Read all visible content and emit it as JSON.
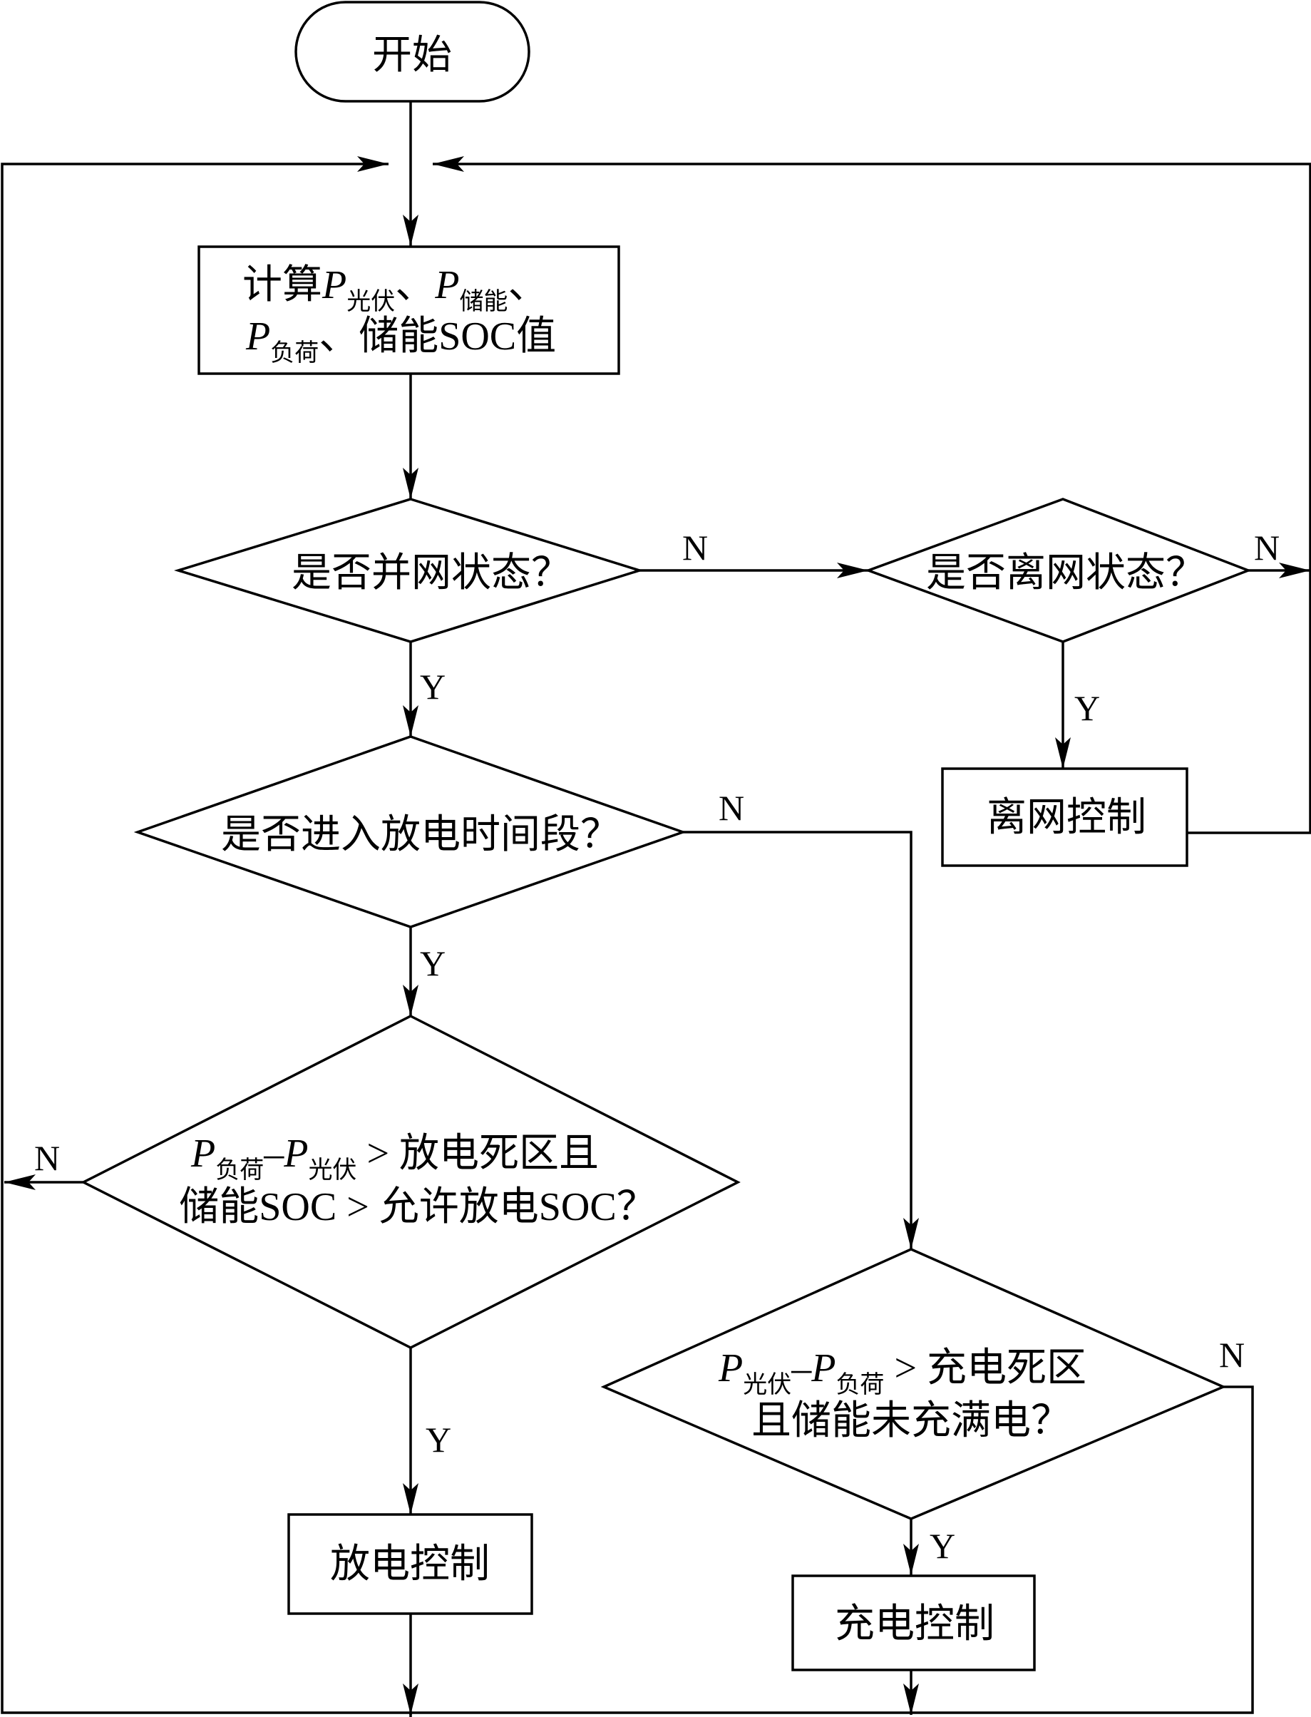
{
  "start": {
    "label": "开始"
  },
  "calc": {
    "prefix": "计算",
    "p_symbol": "P",
    "sub_pv": "光伏",
    "sub_storage": "储能",
    "sub_load": "负荷",
    "separator": "、",
    "tail": "储能SOC值"
  },
  "decision_grid": {
    "label": "是否并网状态？"
  },
  "decision_island": {
    "label": "是否离网状态？"
  },
  "offgrid_control": {
    "label": "离网控制"
  },
  "decision_discharge_period": {
    "label": "是否进入放电时间段？"
  },
  "decision_discharge": {
    "minus": "–",
    "line1_tail": " > 放电死区且",
    "line2": "储能SOC > 允许放电SOC？"
  },
  "discharge_control": {
    "label": "放电控制"
  },
  "decision_charge": {
    "minus": "–",
    "line1_tail": " > 充电死区",
    "line2": "且储能未充满电？"
  },
  "charge_control": {
    "label": "充电控制"
  },
  "branch_labels": {
    "yes": "Y",
    "no": "N"
  }
}
